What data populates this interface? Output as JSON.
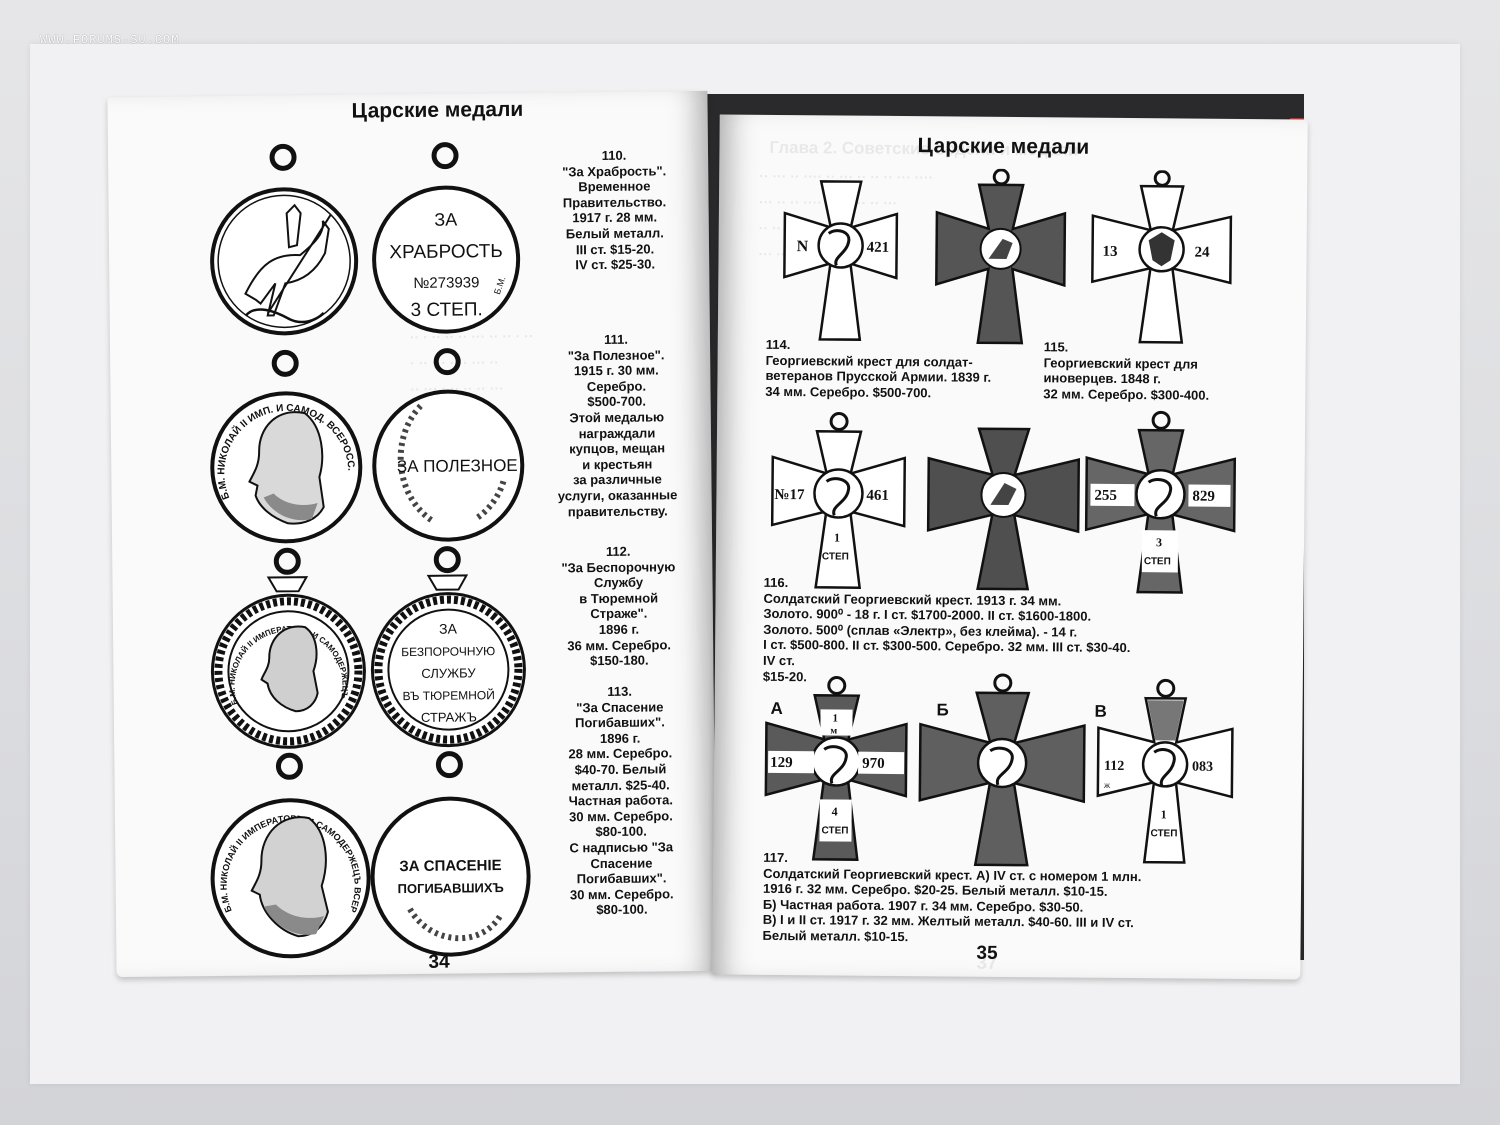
{
  "watermark": "WWW.FORUMS-SU.COM",
  "spread": {
    "left": {
      "heading": "Царские медали",
      "folio": "34",
      "entries": [
        {
          "text": "110.\n\"За Храбрость\".\nВременное\nПравительство.\n1917 г. 28 мм.\nБелый металл.\nIII ст. $15-20.\nIV ст. $25-30."
        },
        {
          "text": "111.\n\"За Полезное\".\n1915 г. 30 мм.\nСеребро.\n$500-700.\nЭтой медалью\nнаграждали\nкупцов, мещан\nи крестьян\nза различные\nуслуги, оказанные\nправительству."
        },
        {
          "text": "112.\n\"За Беспорочную\nСлужбу\nв Тюремной\nСтраже\".\n1896 г.\n36 мм. Серебро.\n$150-180."
        },
        {
          "text": "113.\n\"За Спасение\nПогибавших\".\n1896 г.\n28 мм. Серебро.\n$40-70. Белый\nметалл. $25-40.\nЧастная работа.\n30 мм. Серебро.\n$80-100.\nС надписью \"За\nСпасение\nПогибавших\".\n30 мм. Серебро.\n$80-100."
        }
      ],
      "medal_text": {
        "bravery": [
          "ЗА",
          "ХРАБРОСТЬ",
          "№273939",
          "3 СТЕП."
        ],
        "bravery_mark": "Б.М.",
        "useful": "ЗА ПОЛЕЗНОЕ",
        "useful_rim": "Б.М. НИКОЛАЙ II ИМП. И САМОД. ВСЕРОСС.",
        "prison": [
          "ЗА",
          "БЕЗПОРОЧНУЮ",
          "СЛУЖБУ",
          "ВЪ ТЮРЕМНОЙ",
          "СТРАЖЪ"
        ],
        "prison_rim": "Б.М. НИКОЛАЙ II ИМПЕРАТОРЪ И САМОДЕРЖЕЦЪ ВСЕРОСС.",
        "rescue": [
          "ЗА СПАСЕНІЕ",
          "ПОГИБАВШИХЪ"
        ],
        "rescue_rim": "Б.М. НИКОЛАЙ II ИМПЕРАТОРЪ И САМОДЕРЖЕЦЪ ВСЕРОСС."
      }
    },
    "right": {
      "heading": "Царские медали",
      "folio": "35",
      "ghost_heading": "Глава 2. Советские ордена и медали",
      "ghost_folio": "37",
      "item_114": "114.\nГеоргиевский крест для солдат-\nветеранов Прусской Армии. 1839 г.\n34 мм. Серебро. $500-700.",
      "item_115": "115.\nГеоргиевский крест для\nиноверцев. 1848 г.\n32 мм. Серебро. $300-400.",
      "item_116": "116.\nСолдатский Георгиевский крест. 1913 г. 34 мм.\nЗолото. 900⁰ - 18 г. I ст. $1700-2000. II ст. $1600-1800.\nЗолото. 500⁰ (сплав «Электр», без клейма). - 14 г.\nI ст. $500-800. II ст. $300-500. Серебро. 32 мм. III ст. $30-40.\nIV ст.\n$15-20.",
      "item_117": "117.\nСолдатский Георгиевский крест. А) IV ст. с номером 1 млн.\n1916 г. 32 мм. Серебро. $20-25. Белый металл. $10-15.\nБ) Частная работа. 1907 г. 34 мм. Серебро. $30-50.\nВ) I и II ст. 1917 г. 32 мм. Желтый металл. $40-60. III и IV ст.\nБелый металл. $10-15.",
      "variant_labels": [
        "А",
        "Б",
        "В"
      ],
      "cross_marks": {
        "c114": [
          "N",
          "421"
        ],
        "c115": [
          "13",
          "24"
        ],
        "c116a": [
          "№17",
          "461",
          "1",
          "СТЕП"
        ],
        "c116c": [
          "255",
          "829",
          "3",
          "СТЕП"
        ],
        "c117a": [
          "129",
          "970",
          "1",
          "м",
          "4",
          "СТЕП"
        ],
        "c117c": [
          "112",
          "083",
          "1",
          "СТЕП",
          "ж"
        ]
      }
    }
  }
}
